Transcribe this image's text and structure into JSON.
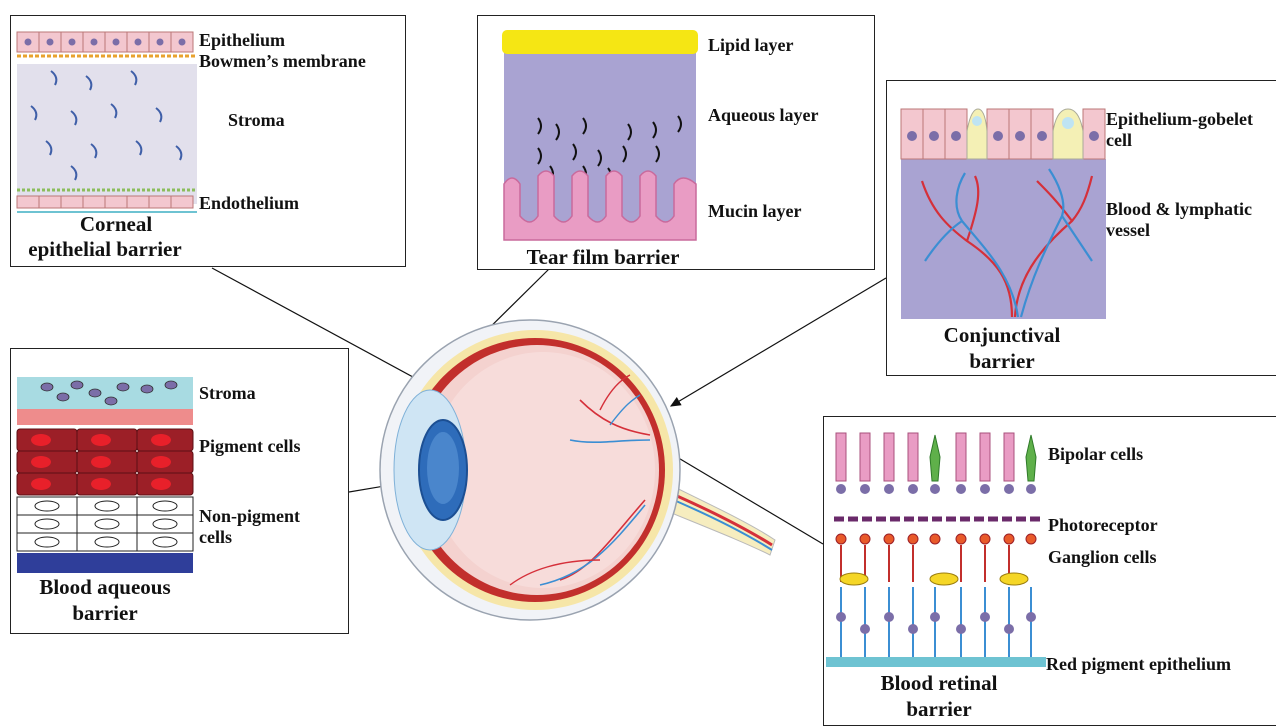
{
  "corneal": {
    "layers": [
      "Epithelium",
      "Bowmen’s membrane",
      "Stroma",
      "Endothelium"
    ],
    "caption_line1": "Corneal",
    "caption_line2": "epithelial barrier"
  },
  "tear_film": {
    "layers": [
      "Lipid layer",
      "Aqueous layer",
      "Mucin layer"
    ],
    "caption": "Tear film barrier"
  },
  "conjunctival": {
    "layer1_line1": "Epithelium-gobelet",
    "layer1_line2": "cell",
    "layer2_line1": "Blood & lymphatic",
    "layer2_line2": "vessel",
    "caption_line1": "Conjunctival",
    "caption_line2": "barrier"
  },
  "blood_aqueous": {
    "layers": [
      "Stroma",
      "Pigment cells"
    ],
    "nonpigment_line1": "Non-pigment",
    "nonpigment_line2": "cells",
    "caption_line1": "Blood aqueous",
    "caption_line2": "barrier"
  },
  "blood_retinal": {
    "layers": [
      "Bipolar cells",
      "Photoreceptor",
      "Ganglion cells",
      "Red pigment epithelium"
    ],
    "caption_line1": "Blood retinal",
    "caption_line2": "barrier"
  },
  "colors": {
    "lipid": "#f5e614",
    "aqueous": "#a9a3d2",
    "mucin": "#e99cc4",
    "stroma_bg": "#e2e0ec",
    "cell_pink": "#f3c7cf",
    "nucleus": "#7b6ea8",
    "vessel_red": "#d5303a",
    "vessel_blue": "#3b8ed3",
    "pigment": "#9c1f27",
    "navy": "#2f3e9a",
    "teal": "#a8dbe2",
    "salmon": "#ee8c8c"
  }
}
